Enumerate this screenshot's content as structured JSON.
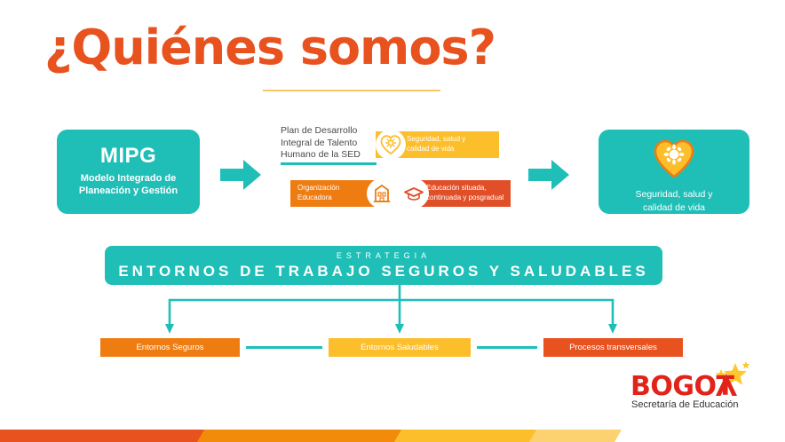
{
  "title": "¿Quiénes somos?",
  "mipg": {
    "acronym": "MIPG",
    "line1": "Modelo Integrado de",
    "line2": "Planeación y Gestión"
  },
  "middle": {
    "plan_line1": "Plan de Desarrollo",
    "plan_line2": "Integral de Talento",
    "plan_line3": "Humano de la SED",
    "badges": [
      {
        "id": "seguridad",
        "line1": "Seguridad, salud y",
        "line2": "calidad de vida",
        "color": "#fdbe2c",
        "icon": "heart-gear-icon"
      },
      {
        "id": "organizacion",
        "line1": "Organización",
        "line2": "Educadora",
        "color": "#ef7c11",
        "icon": "school-building-icon"
      },
      {
        "id": "educacion",
        "line1": "Educación situada,",
        "line2": "continuada y posgradual",
        "color": "#e04f28",
        "icon": "graduation-cap-icon"
      }
    ]
  },
  "result": {
    "line1": "Seguridad, salud y",
    "line2": "calidad de vida",
    "icon": "heart-sun-icon"
  },
  "strategy": {
    "kicker": "ESTRATEGIA",
    "main": "ENTORNOS DE TRABAJO SEGUROS Y SALUDABLES"
  },
  "bottom_boxes": [
    {
      "label": "Entornos Seguros",
      "color": "#ef7c11"
    },
    {
      "label": "Entornos Saludables",
      "color": "#fdbe2c"
    },
    {
      "label": "Procesos transversales",
      "color": "#e8521f"
    }
  ],
  "logo": {
    "wordmark": "BOGOT",
    "tagline": "Secretaría de Educación"
  },
  "colors": {
    "teal": "#1fbfb8",
    "title_orange": "#e8521f",
    "yellow": "#fdbe2c",
    "orange": "#ef7c11",
    "red_orange": "#e04f28",
    "logo_red": "#e2231a",
    "bar_1": "#e8521f",
    "bar_2": "#f28a0a",
    "bar_3": "#fdbe2c",
    "bar_4": "#fcd271"
  }
}
